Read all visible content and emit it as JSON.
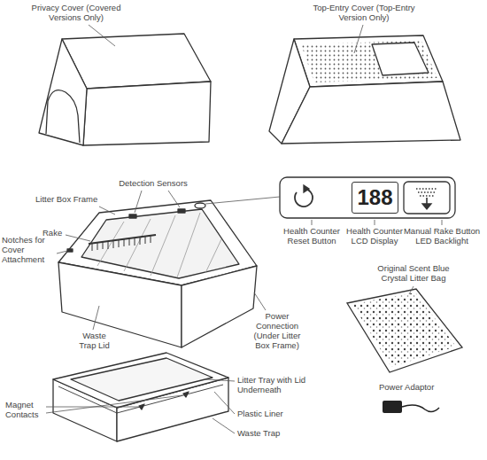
{
  "diagram": {
    "nodes": [
      {
        "text": [
          "188"
        ]
      }
    ],
    "labels": [
      "Privacy Cover (Covered Versions Only)",
      "Top-Entry Cover (Top-Entry Version Only)",
      "Detection Sensors",
      "Litter Box Frame",
      "Rake",
      "Notches for Cover Attachment",
      "Waste Trap Lid",
      "Power Connection (Under Litter Box Frame)",
      "Health Counter Reset Button",
      "Health Counter LCD Display",
      "Manual Rake Button LED Backlight",
      "Original Scent Blue Crystal Litter Bag",
      "Power Adaptor",
      "Litter Tray with Lid Underneath",
      "Plastic Liner",
      "Waste Trap",
      "Magnet Contacts"
    ]
  }
}
